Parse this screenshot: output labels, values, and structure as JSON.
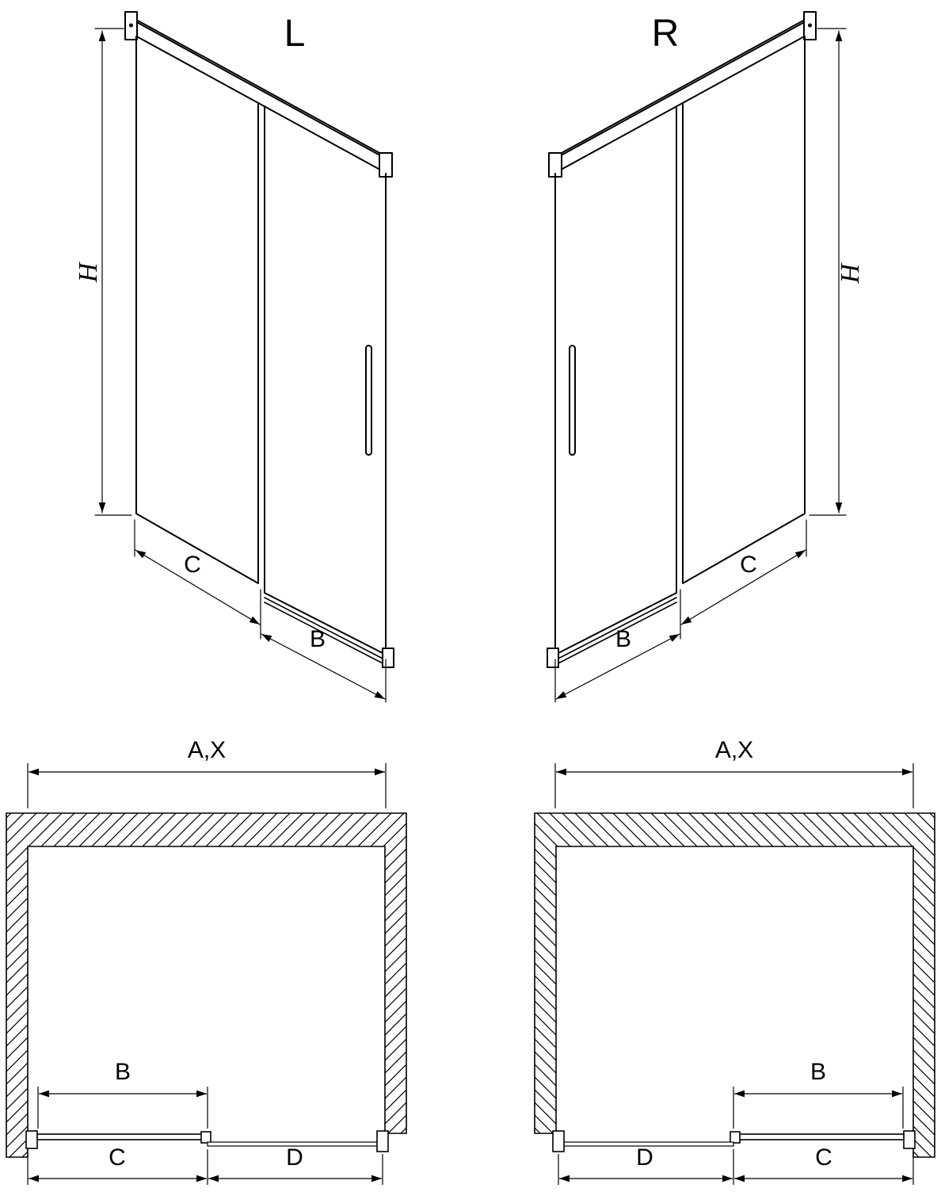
{
  "colors": {
    "line": "#000000",
    "background": "#ffffff"
  },
  "iso_left": {
    "title": "L",
    "dim_height": "H",
    "dim_fixed_width": "C",
    "dim_door_width": "B"
  },
  "iso_right": {
    "title": "R",
    "dim_height": "H",
    "dim_fixed_width": "C",
    "dim_door_width": "B"
  },
  "plan_left": {
    "dim_total_width": "A,X",
    "dim_door": "B",
    "dim_c": "C",
    "dim_d": "D"
  },
  "plan_right": {
    "dim_total_width": "A,X",
    "dim_door": "B",
    "dim_c": "C",
    "dim_d": "D"
  }
}
